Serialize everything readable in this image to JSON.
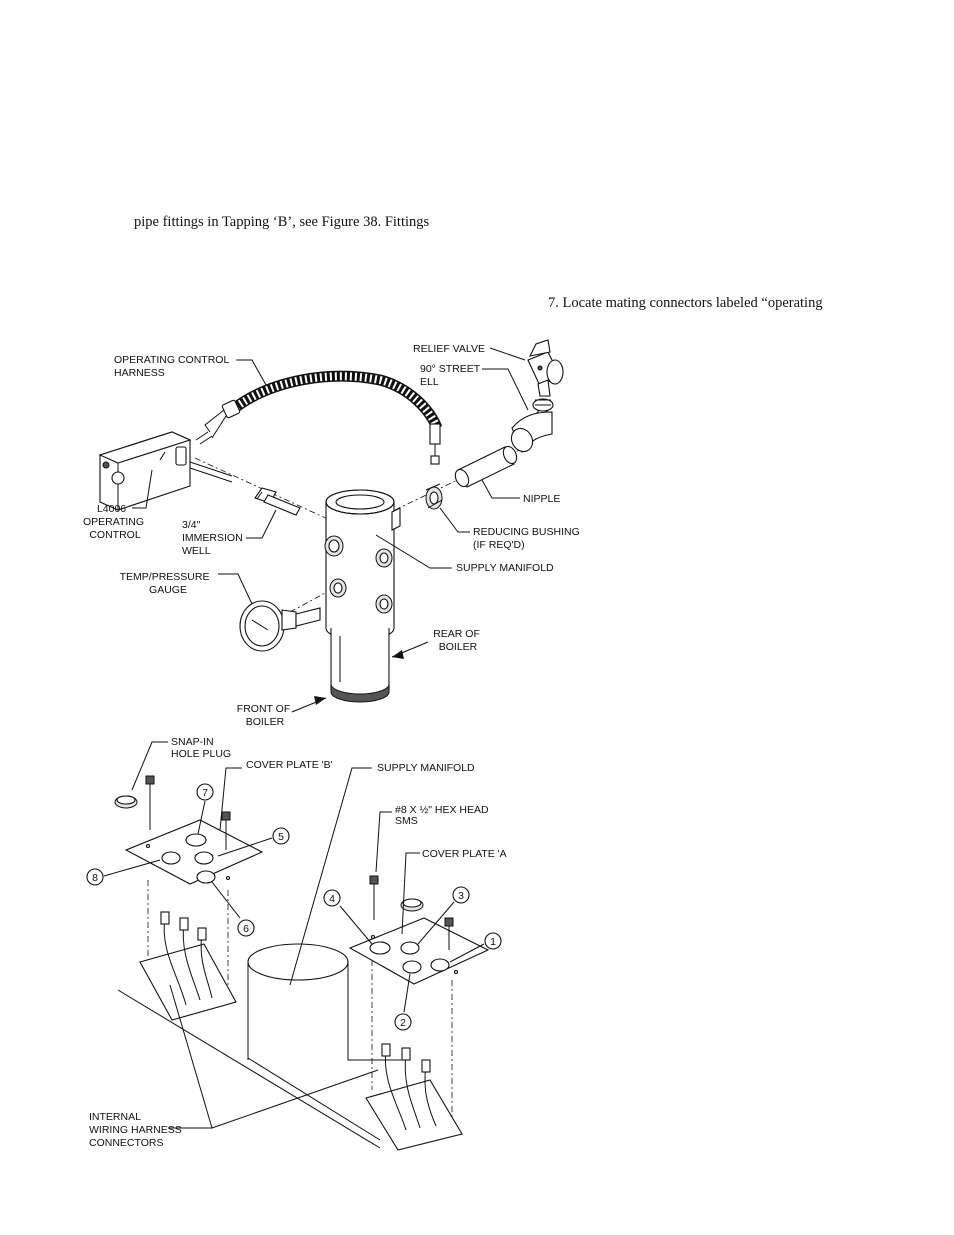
{
  "text": {
    "line1": "pipe fittings in Tapping ‘B’, see Figure 38.  Fittings",
    "line2": "7.  Locate mating connectors labeled “operating"
  },
  "figure_top": {
    "operating_control_harness": [
      "OPERATING CONTROL",
      "HARNESS"
    ],
    "relief_valve": "RELIEF VALVE",
    "street_ell": [
      "90° STREET",
      "ELL"
    ],
    "nipple": "NIPPLE",
    "l4006": [
      "L4006",
      "OPERATING",
      "CONTROL"
    ],
    "immersion_well": [
      "3/4\"",
      "IMMERSION",
      "WELL"
    ],
    "reducing_bushing": [
      "REDUCING BUSHING",
      "(IF REQ'D)"
    ],
    "supply_manifold": "SUPPLY MANIFOLD",
    "temp_pressure_gauge": [
      "TEMP/PRESSURE",
      "GAUGE"
    ],
    "rear_of_boiler": [
      "REAR OF",
      "BOILER"
    ],
    "front_of_boiler": [
      "FRONT OF",
      "BOILER"
    ]
  },
  "figure_bottom": {
    "snap_in_hole_plug": [
      "SNAP-IN",
      "HOLE PLUG"
    ],
    "cover_plate_b": "COVER PLATE 'B'",
    "supply_manifold": "SUPPLY MANIFOLD",
    "hex_head_sms": [
      "#8 X ½\" HEX HEAD",
      "SMS"
    ],
    "cover_plate_a": "COVER PLATE 'A",
    "internal_wiring_harness": [
      "INTERNAL",
      "WIRING HARNESS",
      "CONNECTORS"
    ],
    "callouts": [
      "1",
      "2",
      "3",
      "4",
      "5",
      "6",
      "7",
      "8"
    ]
  }
}
